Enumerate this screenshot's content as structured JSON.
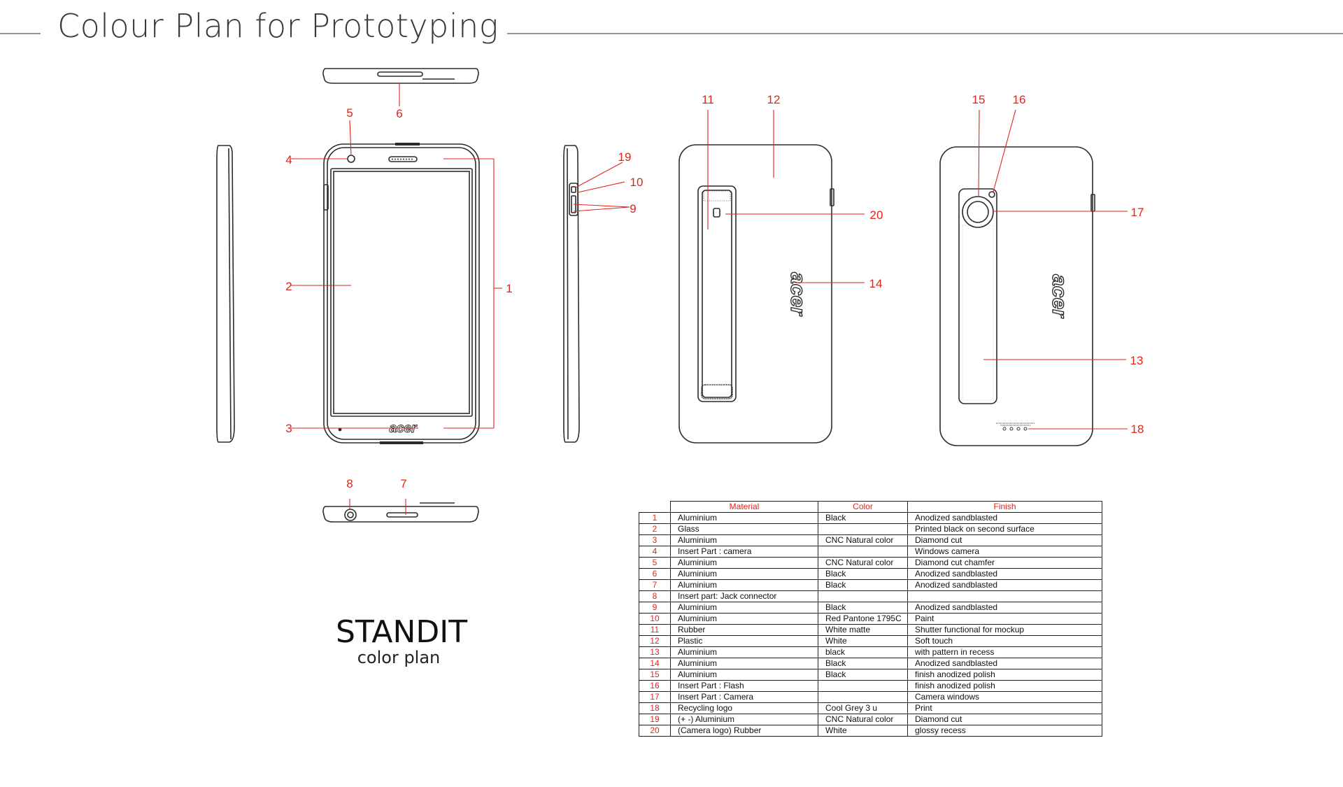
{
  "page": {
    "title": "Colour Plan for Prototyping",
    "product_name": "STANDIT",
    "product_subtitle": "color plan"
  },
  "colors": {
    "callout": "#e2231a",
    "line": "#2b2b2b"
  },
  "brand": {
    "logo_text": "acer"
  },
  "callouts": [
    "1",
    "2",
    "3",
    "4",
    "5",
    "6",
    "7",
    "8",
    "9",
    "10",
    "11",
    "12",
    "13",
    "14",
    "15",
    "16",
    "17",
    "18",
    "19",
    "20"
  ],
  "table": {
    "headers": {
      "material": "Material",
      "color": "Color",
      "finish": "Finish"
    },
    "rows": [
      {
        "num": "1",
        "material": "Aluminium",
        "color": "Black",
        "finish": "Anodized sandblasted"
      },
      {
        "num": "2",
        "material": "Glass",
        "color": "",
        "finish": "Printed black on second surface"
      },
      {
        "num": "3",
        "material": "Aluminium",
        "color": "CNC Natural color",
        "finish": "Diamond cut"
      },
      {
        "num": "4",
        "material": "Insert Part : camera",
        "color": "",
        "finish": "Windows camera"
      },
      {
        "num": "5",
        "material": "Aluminium",
        "color": "CNC Natural color",
        "finish": "Diamond cut chamfer"
      },
      {
        "num": "6",
        "material": "Aluminium",
        "color": "Black",
        "finish": "Anodized sandblasted"
      },
      {
        "num": "7",
        "material": "Aluminium",
        "color": "Black",
        "finish": "Anodized sandblasted"
      },
      {
        "num": "8",
        "material": "Insert part: Jack connector",
        "color": "",
        "finish": ""
      },
      {
        "num": "9",
        "material": "Aluminium",
        "color": "Black",
        "finish": "Anodized sandblasted"
      },
      {
        "num": "10",
        "material": "Aluminium",
        "color": "Red Pantone 1795C",
        "finish": "Paint"
      },
      {
        "num": "11",
        "material": "Rubber",
        "color": "White matte",
        "finish": "Shutter functional for mockup"
      },
      {
        "num": "12",
        "material": "Plastic",
        "color": "White",
        "finish": "Soft touch"
      },
      {
        "num": "13",
        "material": "Aluminium",
        "color": "black",
        "finish": "with pattern in recess"
      },
      {
        "num": "14",
        "material": "Aluminium",
        "color": "Black",
        "finish": "Anodized sandblasted"
      },
      {
        "num": "15",
        "material": "Aluminium",
        "color": "Black",
        "finish": "finish anodized polish"
      },
      {
        "num": "16",
        "material": "Insert Part : Flash",
        "color": "",
        "finish": "finish anodized polish"
      },
      {
        "num": "17",
        "material": "Insert Part : Camera",
        "color": "",
        "finish": "Camera windows"
      },
      {
        "num": "18",
        "material": "Recycling logo",
        "color": "Cool Grey 3 u",
        "finish": "Print"
      },
      {
        "num": "19",
        "material": "(+ -)  Aluminium",
        "color": "CNC Natural color",
        "finish": "Diamond cut"
      },
      {
        "num": "20",
        "material": "(Camera logo) Rubber",
        "color": "White",
        "finish": "glossy recess"
      }
    ]
  }
}
